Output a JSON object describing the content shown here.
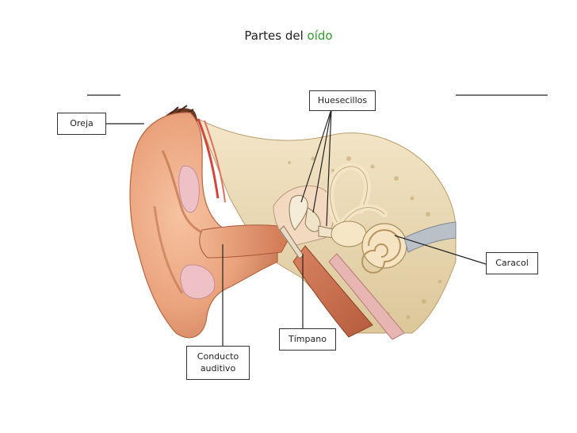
{
  "title": {
    "prefix": "Partes del",
    "highlight": "oído"
  },
  "labels": {
    "oreja": "Oreja",
    "huesecillos": "Huesecillos",
    "caracol": "Caracol",
    "timpano": "Tímpano",
    "conducto": "Conducto auditivo"
  },
  "colors": {
    "highlight": "#2f9a2f",
    "skin": "#e9a47d",
    "skin_dark": "#c9774f",
    "bone": "#ecdcb8",
    "canal": "#d67b56"
  }
}
